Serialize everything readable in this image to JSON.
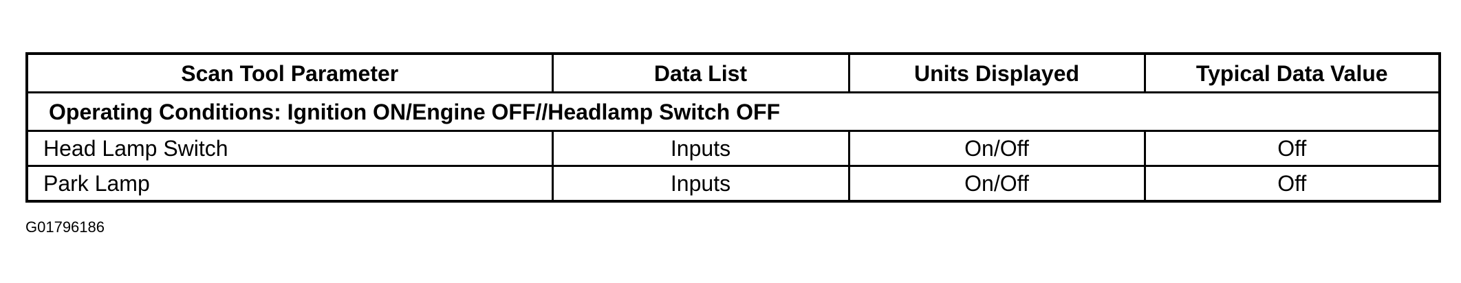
{
  "table": {
    "headers": [
      "Scan Tool Parameter",
      "Data List",
      "Units Displayed",
      "Typical Data Value"
    ],
    "operating_conditions": "Operating Conditions: Ignition ON/Engine OFF//Headlamp Switch OFF",
    "rows": [
      [
        "Head Lamp Switch",
        "Inputs",
        "On/Off",
        "Off"
      ],
      [
        "Park Lamp",
        "Inputs",
        "On/Off",
        "Off"
      ]
    ]
  },
  "figure_code": "G01796186"
}
